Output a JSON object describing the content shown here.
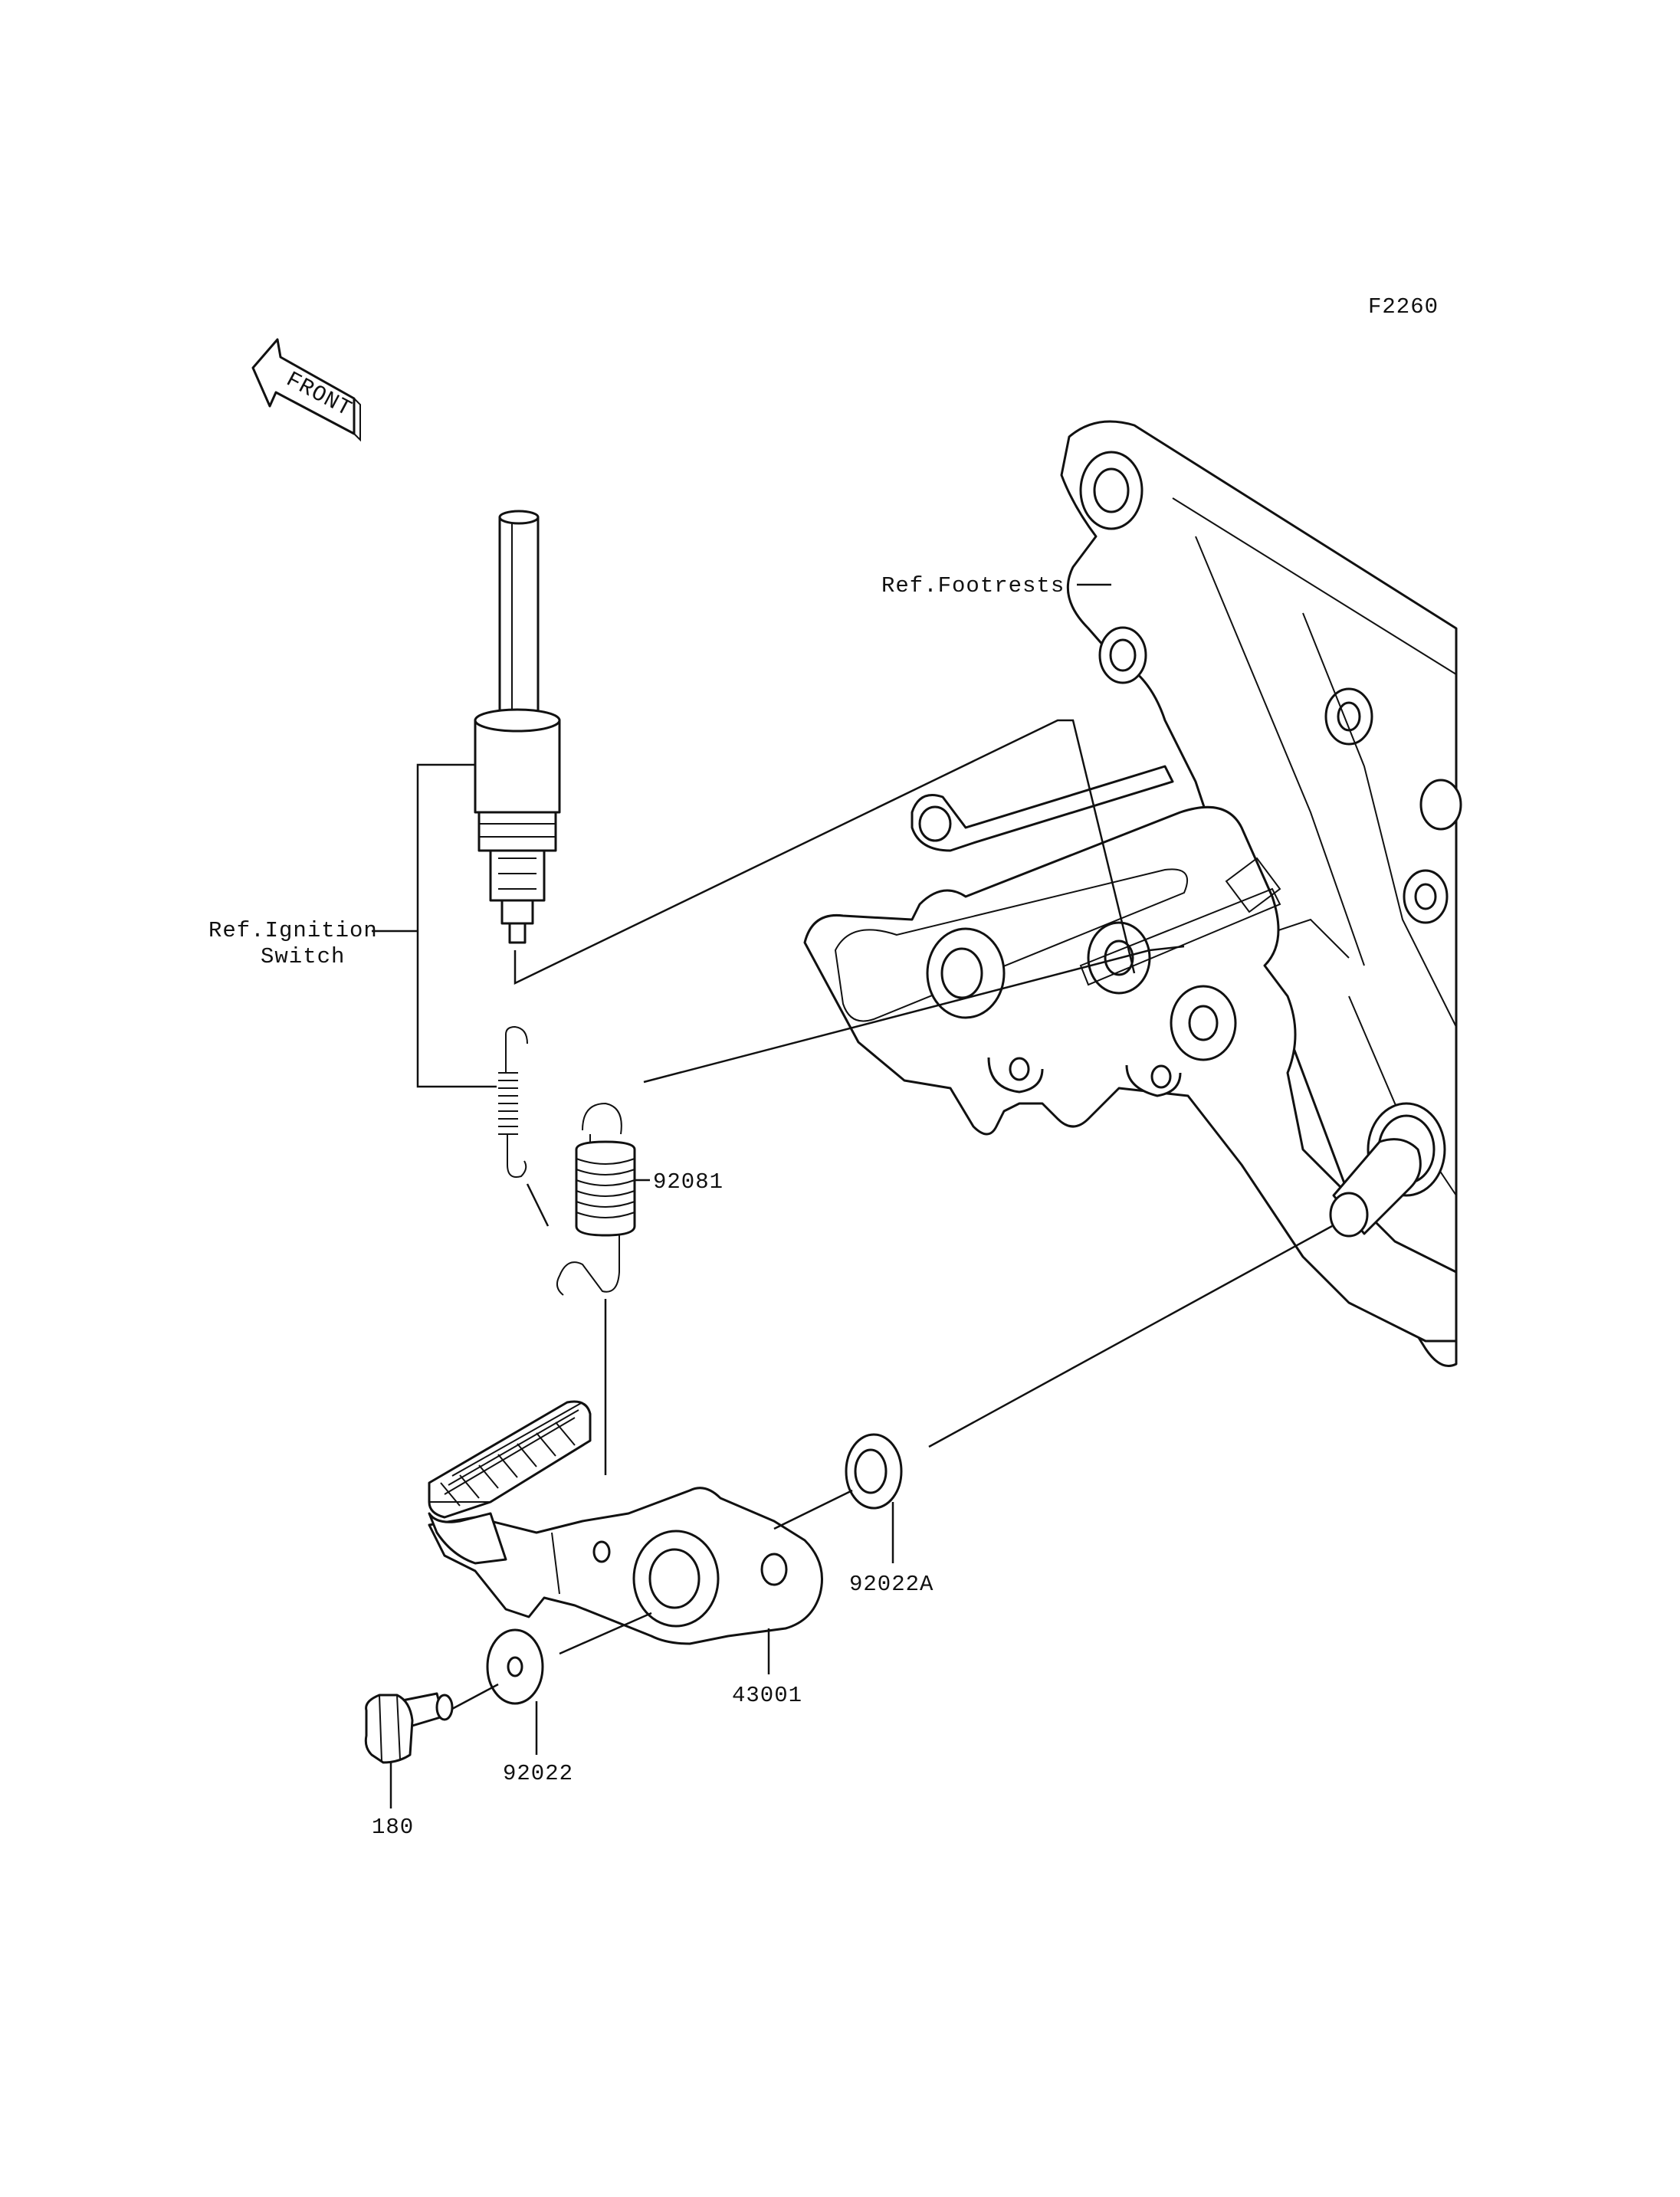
{
  "diagram_code": "F2260",
  "front_arrow_text": "FRONT",
  "labels": {
    "ref_footrests": "Ref.Footrests",
    "ref_ignition_line1": "Ref.Ignition",
    "ref_ignition_line2": "Switch",
    "spring": "92081",
    "washer_a": "92022A",
    "pedal": "43001",
    "washer": "92022",
    "bolt": "180"
  }
}
